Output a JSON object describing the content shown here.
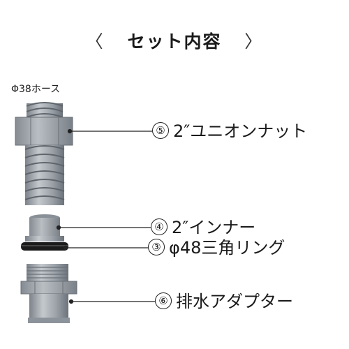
{
  "title": {
    "left_bracket": "〈",
    "text": "セット内容",
    "right_bracket": "〉"
  },
  "hose_label": "Φ38ホース",
  "parts": [
    {
      "num": "⑤",
      "name": "2″ユニオンナット"
    },
    {
      "num": "④",
      "name": "2″インナー"
    },
    {
      "num": "③",
      "name": "φ48三角リング"
    },
    {
      "num": "⑥",
      "name": "排水アダプター"
    }
  ],
  "colors": {
    "part_gray": "#9ea4ab",
    "part_dark": "#6f757c",
    "ring_black": "#1b1b1b",
    "leader": "#222222"
  }
}
